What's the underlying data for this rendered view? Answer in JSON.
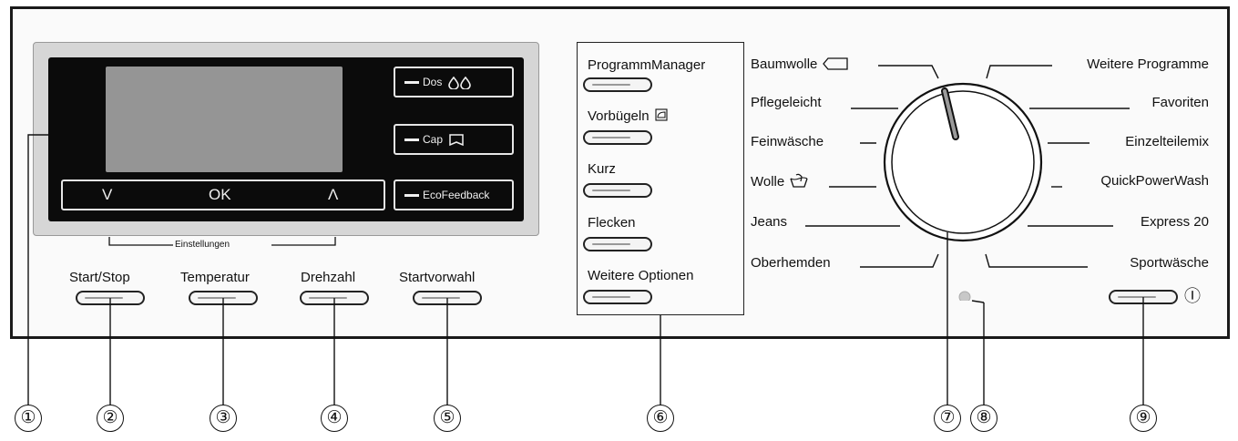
{
  "display_panel": {
    "buttons": {
      "dos": "Dos",
      "cap": "Cap",
      "ecofeedback": "EcoFeedback"
    },
    "nav": {
      "down": "V",
      "ok": "OK",
      "up": "Λ"
    },
    "settings_label": "Einstellungen"
  },
  "front_buttons": [
    {
      "label": "Start/Stop"
    },
    {
      "label": "Temperatur"
    },
    {
      "label": "Drehzahl"
    },
    {
      "label": "Startvorwahl"
    }
  ],
  "options": [
    {
      "label": "ProgrammManager"
    },
    {
      "label": "Vorbügeln"
    },
    {
      "label": "Kurz"
    },
    {
      "label": "Flecken"
    },
    {
      "label": "Weitere Optionen"
    }
  ],
  "programs_left": [
    {
      "label": "Baumwolle"
    },
    {
      "label": "Pflegeleicht"
    },
    {
      "label": "Feinwäsche"
    },
    {
      "label": "Wolle"
    },
    {
      "label": "Jeans"
    },
    {
      "label": "Oberhemden"
    }
  ],
  "programs_right": [
    {
      "label": "Weitere Programme"
    },
    {
      "label": "Favoriten"
    },
    {
      "label": "Einzelteilemix"
    },
    {
      "label": "QuickPowerWash"
    },
    {
      "label": "Express 20"
    },
    {
      "label": "Sportwäsche"
    }
  ],
  "power_symbol": "Ⓘ",
  "callouts": [
    "①",
    "②",
    "③",
    "④",
    "⑤",
    "⑥",
    "⑦",
    "⑧",
    "⑨"
  ],
  "colors": {
    "display_bg": "#0b0b0b",
    "screen_bg": "#959595",
    "bezel": "#d4d4d4",
    "panel_border": "#1a1a1a"
  }
}
